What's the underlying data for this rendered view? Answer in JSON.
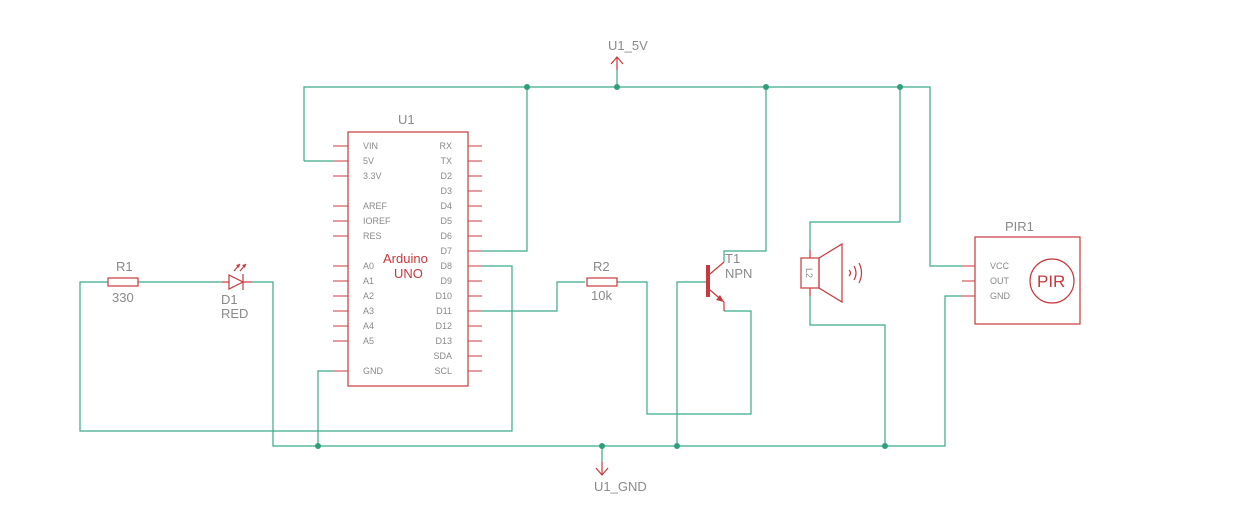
{
  "power": {
    "vcc_label": "U1_5V",
    "gnd_label": "U1_GND"
  },
  "arduino": {
    "refdes": "U1",
    "name_line1": "Arduino",
    "name_line2": "UNO",
    "left_pins": [
      "VIN",
      "5V",
      "3.3V",
      "AREF",
      "IOREF",
      "RES",
      "A0",
      "A1",
      "A2",
      "A3",
      "A4",
      "A5",
      "GND"
    ],
    "right_pins": [
      "RX",
      "TX",
      "D2",
      "D3",
      "D4",
      "D5",
      "D6",
      "D7",
      "D8",
      "D9",
      "D10",
      "D11",
      "D12",
      "D13",
      "SDA",
      "SCL"
    ]
  },
  "r1": {
    "refdes": "R1",
    "value": "330"
  },
  "d1": {
    "refdes": "D1",
    "value": "RED"
  },
  "r2": {
    "refdes": "R2",
    "value": "10k"
  },
  "t1": {
    "refdes": "T1",
    "value": "NPN"
  },
  "speaker": {
    "label": "L2"
  },
  "pir": {
    "refdes": "PIR1",
    "body_text": "PIR",
    "pins": [
      "VCC",
      "OUT",
      "GND"
    ]
  },
  "colors": {
    "wire": "#3aaa8a",
    "component": "#c8383c",
    "text": "#8a8a8a"
  }
}
